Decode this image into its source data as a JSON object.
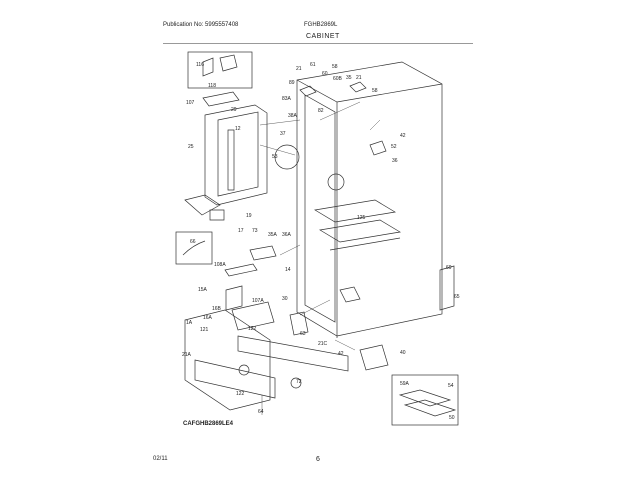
{
  "header": {
    "publication": "Publication No: 5995557408",
    "model": "FGHB2869L",
    "section_title": "CABINET"
  },
  "footer": {
    "date": "02/11",
    "page_number": "6"
  },
  "diagram": {
    "code": "CAFGHB2869LE4",
    "callouts": {
      "c116": "116",
      "c118": "118",
      "c107": "107",
      "c29a": "29",
      "c12": "12",
      "c25": "25",
      "c19": "19",
      "c17": "17",
      "c21a": "21",
      "c61": "61",
      "c58a": "58",
      "c89": "89",
      "c60a": "60",
      "c60b": "60B",
      "c35": "35",
      "c21b": "21",
      "c58b": "58",
      "c83a": "83A",
      "c82": "82",
      "c38a": "38A",
      "c37a": "37",
      "c53": "53",
      "c42": "42",
      "c52": "52",
      "c36": "36",
      "c125": "125",
      "c69": "69",
      "c66": "66",
      "c73": "73",
      "c35a": "35A",
      "c36a": "36A",
      "c108a": "108A",
      "c14": "14",
      "c16b": "16B",
      "c15a": "15A",
      "c107a": "107A",
      "c16a": "16A",
      "c1a": "1A",
      "c121": "121",
      "c122": "122",
      "c21aa": "21A",
      "c72": "72",
      "c63": "63",
      "c30": "30",
      "c21c": "21C",
      "c42b": "42",
      "c40": "40",
      "c59a": "59A",
      "c54": "54",
      "c50": "50",
      "c65": "65",
      "c122b": "122",
      "c64": "64"
    }
  }
}
